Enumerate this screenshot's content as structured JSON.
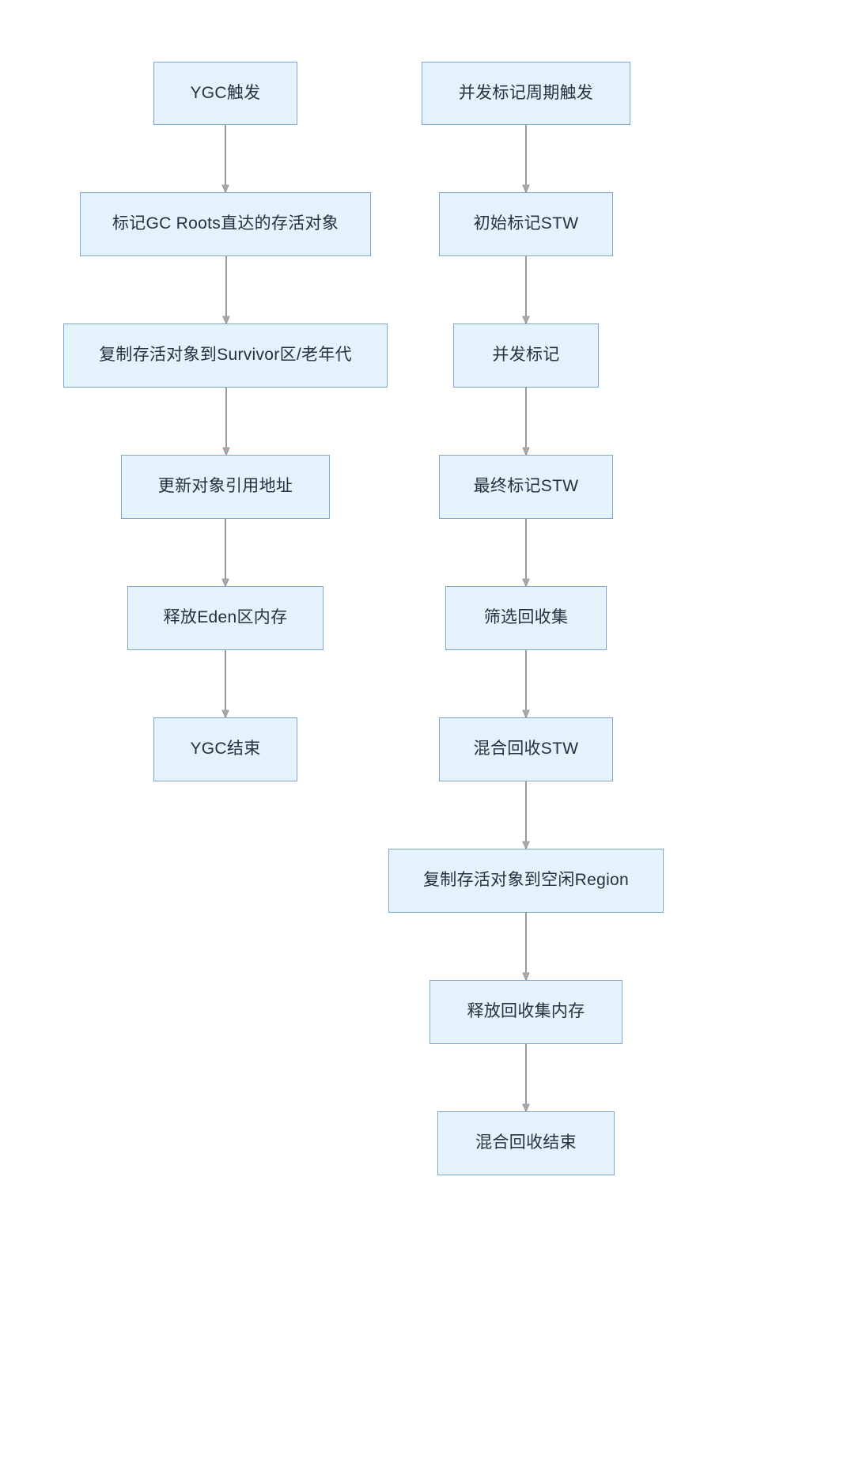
{
  "diagram": {
    "type": "flowchart",
    "title": "",
    "background": "#ffffff",
    "node_fill": "#e4f2fc",
    "node_border": "#7ea6d6",
    "node_text_color": "#27313a",
    "arrow_color": "#9a9a9a",
    "columns": [
      {
        "name": "ygc-flow",
        "nodes": [
          {
            "id": "ygc-trigger",
            "label": "YGC触发"
          },
          {
            "id": "mark-gc-roots",
            "label": "标记GC Roots直达的存活对象"
          },
          {
            "id": "copy-to-survivor",
            "label": "复制存活对象到Survivor区/老年代"
          },
          {
            "id": "update-references",
            "label": "更新对象引用地址"
          },
          {
            "id": "free-eden",
            "label": "释放Eden区内存"
          },
          {
            "id": "ygc-end",
            "label": "YGC结束"
          }
        ]
      },
      {
        "name": "concurrent-mark-flow",
        "nodes": [
          {
            "id": "concurrent-cycle-trigger",
            "label": "并发标记周期触发"
          },
          {
            "id": "initial-mark-stw",
            "label": "初始标记STW"
          },
          {
            "id": "concurrent-mark",
            "label": "并发标记"
          },
          {
            "id": "final-mark-stw",
            "label": "最终标记STW"
          },
          {
            "id": "select-collection-set",
            "label": "筛选回收集"
          },
          {
            "id": "mixed-collect-stw",
            "label": "混合回收STW"
          },
          {
            "id": "copy-to-free-region",
            "label": "复制存活对象到空闲Region"
          },
          {
            "id": "free-collection-set",
            "label": "释放回收集内存"
          },
          {
            "id": "mixed-collect-end",
            "label": "混合回收结束"
          }
        ]
      }
    ],
    "edges": [
      {
        "from": "ygc-trigger",
        "to": "mark-gc-roots"
      },
      {
        "from": "mark-gc-roots",
        "to": "copy-to-survivor"
      },
      {
        "from": "copy-to-survivor",
        "to": "update-references"
      },
      {
        "from": "update-references",
        "to": "free-eden"
      },
      {
        "from": "free-eden",
        "to": "ygc-end"
      },
      {
        "from": "concurrent-cycle-trigger",
        "to": "initial-mark-stw"
      },
      {
        "from": "initial-mark-stw",
        "to": "concurrent-mark"
      },
      {
        "from": "concurrent-mark",
        "to": "final-mark-stw"
      },
      {
        "from": "final-mark-stw",
        "to": "select-collection-set"
      },
      {
        "from": "select-collection-set",
        "to": "mixed-collect-stw"
      },
      {
        "from": "mixed-collect-stw",
        "to": "copy-to-free-region"
      },
      {
        "from": "copy-to-free-region",
        "to": "free-collection-set"
      },
      {
        "from": "free-collection-set",
        "to": "mixed-collect-end"
      }
    ]
  }
}
